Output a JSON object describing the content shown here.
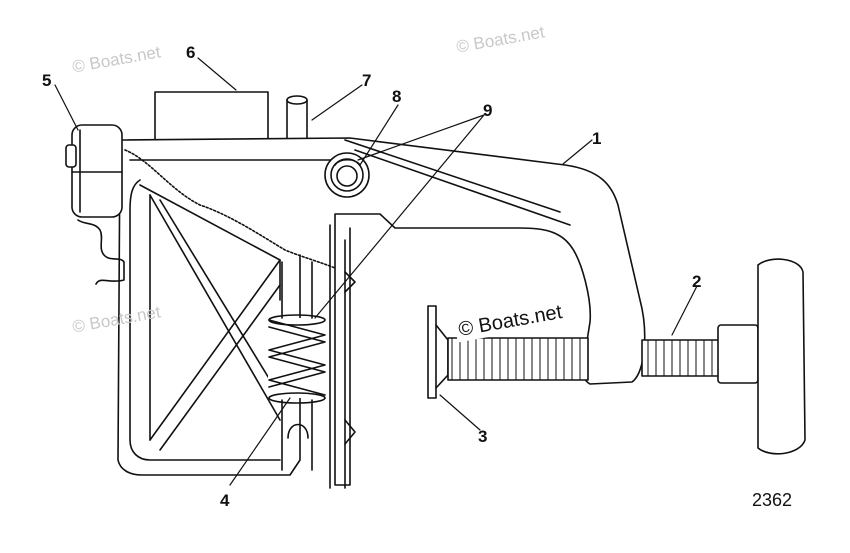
{
  "callouts": {
    "c1": "1",
    "c2": "2",
    "c3": "3",
    "c4": "4",
    "c5": "5",
    "c6": "6",
    "c7": "7",
    "c8": "8",
    "c9": "9"
  },
  "watermark": {
    "small": "© Boats.net",
    "center": "© Boats.net"
  },
  "figure_number": "2362"
}
